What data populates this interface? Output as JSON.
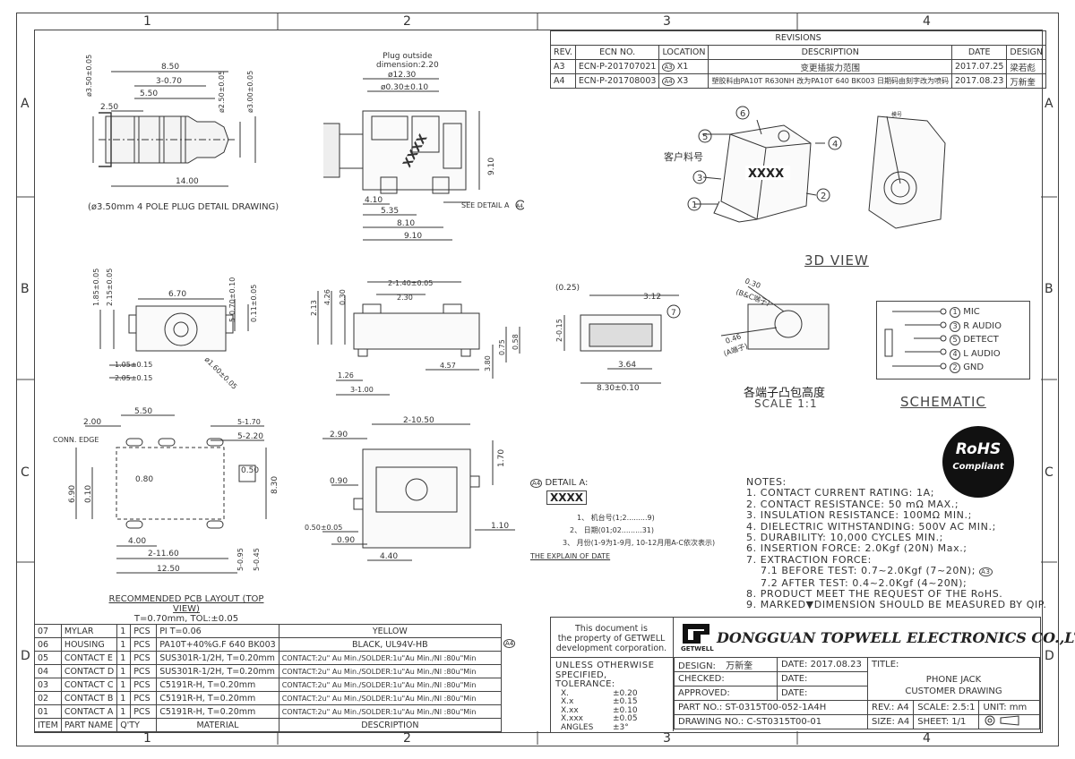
{
  "zones": {
    "top": [
      "1",
      "2",
      "3",
      "4"
    ],
    "side": [
      "A",
      "B",
      "C",
      "D"
    ]
  },
  "revisions": {
    "title": "REVISIONS",
    "headers": [
      "REV.",
      "ECN NO.",
      "LOCATION",
      "DESCRIPTION",
      "DATE",
      "DESIGN"
    ],
    "rows": [
      {
        "rev": "A3",
        "ecn": "ECN-P-201707021",
        "loc_tag": "A3",
        "loc": "X1",
        "desc": "变更插拔力范围",
        "date": "2017.07.25",
        "design": "梁若彪"
      },
      {
        "rev": "A4",
        "ecn": "ECN-P-201708003",
        "loc_tag": "A4",
        "loc": "X3",
        "desc": "塑胶料由PA10T R630NH 改为PA10T 640 BK003 日期码由刻字改为喷码",
        "date": "2017.08.23",
        "design": "万新奎"
      }
    ]
  },
  "plug": {
    "dims": [
      "8.50",
      "3-0.70",
      "5.50",
      "2.50",
      "14.00",
      "ø3.50±0.05",
      "ø2.50±0.05",
      "ø3.00±0.05"
    ],
    "caption": "(ø3.50mm 4 POLE PLUG DETAIL DRAWING)"
  },
  "side_view": {
    "plug_note_1": "Plug outside",
    "plug_note_2": "dimension:2.20",
    "dims": [
      "ø12.30",
      "ø0.30±0.10",
      "9.10",
      "4.10",
      "5.35",
      "8.10",
      "9.10",
      "SEE DETAIL A"
    ],
    "tag_a4": "A4",
    "marking": "XXXX"
  },
  "front_view": {
    "dims": [
      "6.70",
      "1.85±0.05",
      "2.15±0.05",
      "5-0.70±0.10",
      "0.11±0.05",
      "1.05±0.15",
      "2.05±0.15",
      "ø1.60±0.05"
    ]
  },
  "middle_view": {
    "dims": [
      "2-1.40±0.05",
      "2.30",
      "2.13",
      "4.26",
      "0.30",
      "4.57",
      "1.26",
      "3-1.00",
      "3.80",
      "0.75",
      "0.58"
    ]
  },
  "bump_view": {
    "dims": [
      "(0.25)",
      "3.12",
      "2-0.15",
      "3.64",
      "8.30±0.10"
    ],
    "title": "各端子凸包高度",
    "scale": "SCALE 1:1"
  },
  "callout": {
    "dims": [
      "0.30",
      "(B&C端子)",
      "0.46",
      "(A端子)"
    ]
  },
  "view3d": {
    "label": "3D VIEW",
    "customer_part": "客户料号",
    "mold_no": "模号",
    "marking": "XXXX",
    "balloons": [
      "1",
      "2",
      "3",
      "4",
      "5",
      "6"
    ]
  },
  "schematic": {
    "label": "SCHEMATIC",
    "pins": [
      {
        "n": "1",
        "name": "MIC"
      },
      {
        "n": "3",
        "name": "R AUDIO"
      },
      {
        "n": "5",
        "name": "DETECT"
      },
      {
        "n": "4",
        "name": "L AUDIO"
      },
      {
        "n": "2",
        "name": "GND"
      }
    ]
  },
  "rohs": {
    "top": "RoHS",
    "bottom": "Compliant"
  },
  "pcb": {
    "dims": [
      "5.50",
      "5-1.70",
      "5-2.20",
      "2.00",
      "CONN. EDGE",
      "0.50",
      "0.80",
      "6.90",
      "0.10",
      "8.30",
      "4.00",
      "2-11.60",
      "12.50",
      "5-0.95",
      "5-0.45"
    ],
    "caption": "RECOMMENDED PCB LAYOUT (TOP VIEW)",
    "sub": "T=0.70mm, TOL:±0.05"
  },
  "bottom_view": {
    "dims": [
      "2-10.50",
      "2.90",
      "1.70",
      "0.90",
      "0.50±0.05",
      "0.90",
      "4.40",
      "1.10"
    ]
  },
  "detail_a": {
    "tag": "A4",
    "title": "DETAIL A:",
    "marking": "XXXX",
    "lines": [
      "1、 机台号(1;2.........9)",
      "2、 日期(01;02.........31)",
      "3、 月份(1-9为1-9月, 10-12月用A-C依次表示)"
    ],
    "footer": "THE EXPLAIN OF DATE"
  },
  "notes": {
    "title": "NOTES:",
    "items": [
      "1. CONTACT CURRENT RATING: 1A;",
      "2. CONTACT RESISTANCE: 50 mΩ MAX.;",
      "3. INSULATION RESISTANCE: 100MΩ MIN.;",
      "4. DIELECTRIC WITHSTANDING: 500V AC MIN.;",
      "5. DURABILITY: 10,000 CYCLES MIN.;",
      "6. INSERTION FORCE: 2.0Kgf (20N) Max.;",
      "7. EXTRACTION FORCE:",
      "7.1 BEFORE TEST: 0.7~2.0Kgf (7~20N);",
      "7.2 AFTER TEST: 0.4~2.0Kgf (4~20N);",
      "8. PRODUCT MEET THE REQUEST OF THE RoHS.",
      "9. MARKED▼DIMENSION SHOULD BE MEASURED BY QIP."
    ],
    "tag_a3": "A3"
  },
  "bom": {
    "rows": [
      {
        "item": "07",
        "part": "MYLAR",
        "qty": "1",
        "unit": "PCS",
        "material": "PI T=0.06",
        "desc": "YELLOW"
      },
      {
        "item": "06",
        "part": "HOUSING",
        "qty": "1",
        "unit": "PCS",
        "material": "PA10T+40%G.F 640 BK003",
        "desc": "BLACK, UL94V-HB"
      },
      {
        "item": "05",
        "part": "CONTACT E",
        "qty": "1",
        "unit": "PCS",
        "material": "SUS301R-1/2H, T=0.20mm",
        "desc": "CONTACT:2u\" Au Min./SOLDER:1u\"Au Min./NI :80u\"Min"
      },
      {
        "item": "04",
        "part": "CONTACT D",
        "qty": "1",
        "unit": "PCS",
        "material": "SUS301R-1/2H, T=0.20mm",
        "desc": "CONTACT:2u\" Au Min./SOLDER:1u\"Au Min./NI :80u\"Min"
      },
      {
        "item": "03",
        "part": "CONTACT C",
        "qty": "1",
        "unit": "PCS",
        "material": "C5191R-H, T=0.20mm",
        "desc": "CONTACT:2u\" Au Min./SOLDER:1u\"Au Min./NI :80u\"Min"
      },
      {
        "item": "02",
        "part": "CONTACT B",
        "qty": "1",
        "unit": "PCS",
        "material": "C5191R-H, T=0.20mm",
        "desc": "CONTACT:2u\" Au Min./SOLDER:1u\"Au Min./NI :80u\"Min"
      },
      {
        "item": "01",
        "part": "CONTACT A",
        "qty": "1",
        "unit": "PCS",
        "material": "C5191R-H, T=0.20mm",
        "desc": "CONTACT:2u\" Au Min./SOLDER:1u\"Au Min./NI :80u\"Min"
      }
    ],
    "headers": {
      "item": "ITEM",
      "part": "PART NAME",
      "qty": "Q'TY",
      "material": "MATERIAL",
      "desc": "DESCRIPTION"
    },
    "tag_a4": "A4"
  },
  "title_block": {
    "property_1": "This document is",
    "property_2": "the property of GETWELL",
    "property_3": "development corporation.",
    "logo_small": "GETWELL",
    "company": "DONGGUAN TOPWELL ELECTRONICS CO.,LTD.",
    "tol_1": "UNLESS OTHERWISE",
    "tol_2": "SPECIFIED, TOLERANCE:",
    "tol_rows": [
      [
        "X.",
        "±0.20"
      ],
      [
        "X.x",
        "±0.15"
      ],
      [
        "X.xx",
        "±0.10"
      ],
      [
        "X.xxx",
        "±0.05"
      ],
      [
        "ANGLES",
        "±3°"
      ]
    ],
    "design_label": "DESIGN:",
    "design_value": "万新奎",
    "date_label": "DATE:",
    "date_value": "2017.08.23",
    "checked_label": "CHECKED:",
    "approved_label": "APPROVED:",
    "title_label": "TITLE:",
    "title_1": "PHONE JACK",
    "title_2": "CUSTOMER DRAWING",
    "part_no": "PART NO.: ST-0315T00-052-1A4H",
    "drawing_no": "DRAWING NO.: C-ST0315T00-01",
    "rev": "REV.: A4",
    "scale": "SCALE: 2.5:1",
    "unit": "UNIT: mm",
    "size": "SIZE: A4",
    "sheet": "SHEET: 1/1"
  }
}
